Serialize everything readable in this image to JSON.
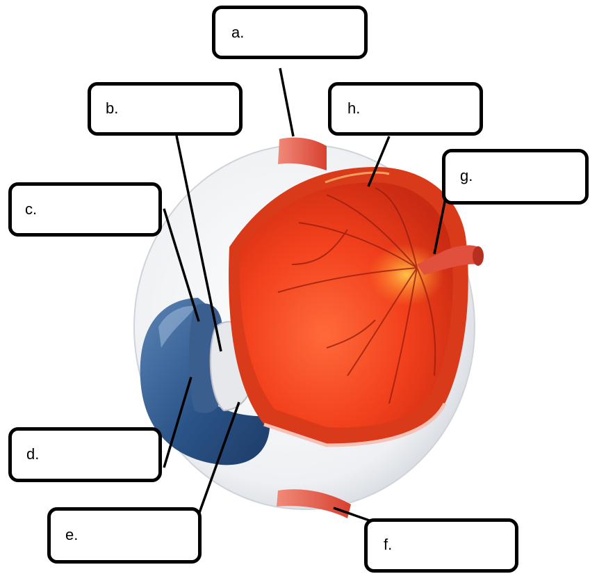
{
  "labels": {
    "a": "a.",
    "b": "b.",
    "c": "c.",
    "d": "d.",
    "e": "e.",
    "f": "f.",
    "g": "g.",
    "h": "h."
  },
  "colors": {
    "eyeball_red": "#e8401c",
    "retina_orange": "#f06a1e",
    "cornea_blue": "#2e5a8c",
    "sclera_white": "#f2f2f4",
    "muscle_red": "#e45a4a",
    "box_border": "#000000"
  }
}
